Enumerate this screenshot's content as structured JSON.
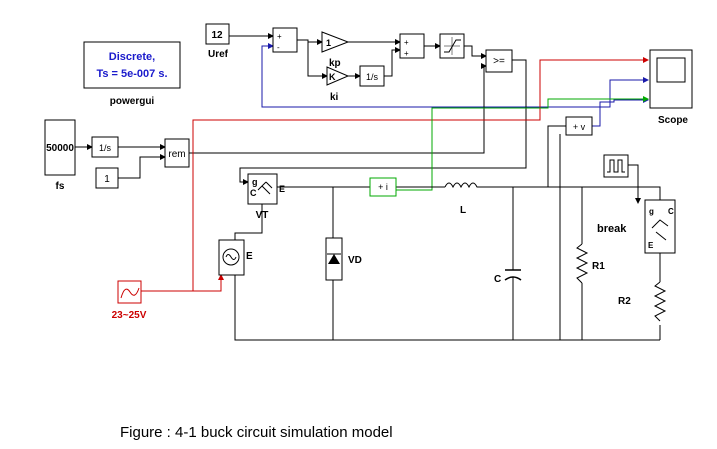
{
  "powergui": {
    "line1": "Discrete,",
    "line2": "Ts = 5e-007 s.",
    "name": "powergui"
  },
  "uref": {
    "value": "12",
    "name": "Uref"
  },
  "controller": {
    "p_gain": "1",
    "p_label": "kp",
    "i_gain": "K",
    "i_label": "ki",
    "integrator": "1/s"
  },
  "comparator": {
    "label": ">="
  },
  "scope": {
    "name": "Scope"
  },
  "freq": {
    "value": "50000",
    "name": "fs",
    "integrator": "1/s",
    "constant": "1",
    "rem": "rem"
  },
  "switch": {
    "name": "VT",
    "g": "g",
    "c": "C",
    "e": "E"
  },
  "source": {
    "name": "E",
    "signal_label": "23~25V"
  },
  "diode": {
    "name": "VD"
  },
  "current_meter": {
    "label": "+ i"
  },
  "voltage_meter": {
    "label": "+ v"
  },
  "inductor": {
    "name": "L"
  },
  "capacitor": {
    "name": "C"
  },
  "r1": {
    "name": "R1"
  },
  "r2": {
    "name": "R2"
  },
  "breaker": {
    "name": "break",
    "g": "g",
    "c": "C",
    "e": "E"
  },
  "caption": "Figure : 4-1 buck circuit simulation model",
  "colors": {
    "red": "#cc0000",
    "blue": "#1a1aaa",
    "green": "#00aa00",
    "powergui_text": "#1a1acc"
  }
}
